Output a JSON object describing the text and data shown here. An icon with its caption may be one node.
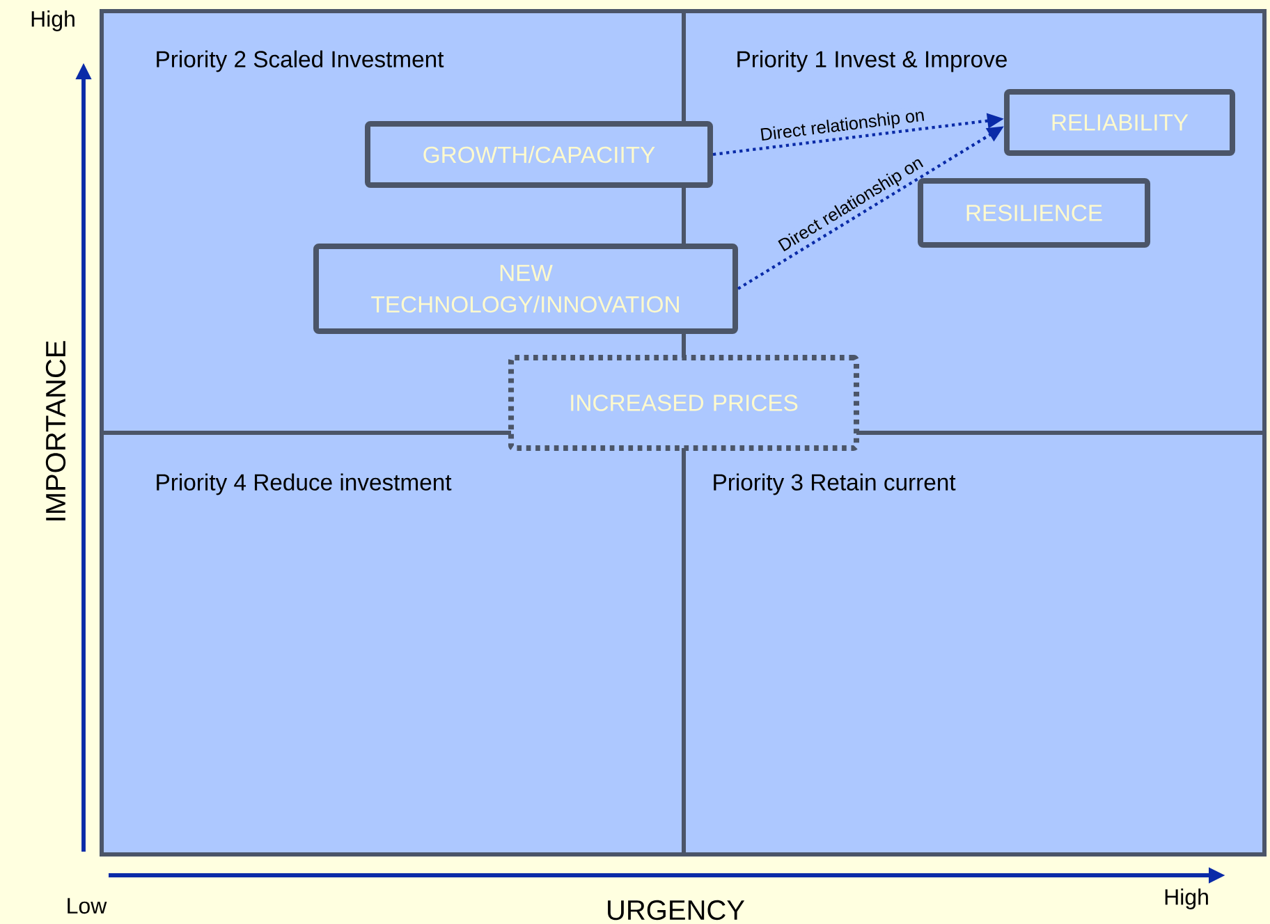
{
  "diagram": {
    "nodes": [
      {
        "text": [
          "Priority 2 Scaled Investment"
        ]
      },
      {
        "text": [
          "Priority 1 Invest & Improve"
        ]
      },
      {
        "text": [
          "GROWTH/CAPACIITY"
        ],
        "in": 0
      },
      {
        "text": [
          "NEW TECHNOLOGY/INNOVATION"
        ],
        "in": 0
      },
      {
        "text": [
          "RELIABILITY"
        ],
        "in": 1
      },
      {
        "text": [
          "RESILIENCE"
        ],
        "in": 1
      },
      {
        "text": [
          "INCREASED PRICES"
        ]
      },
      {
        "text": [
          "Priority 4 Reduce investment"
        ]
      },
      {
        "text": [
          "Priority 3 Retain current"
        ]
      }
    ],
    "edges": [
      {
        "from": 2,
        "to": 4,
        "arrow": "to",
        "label": "Direct relationship on",
        "style": "dashed"
      },
      {
        "from": 3,
        "to": 4,
        "arrow": "to",
        "label": "Direct relationship on",
        "style": "dashed"
      }
    ],
    "labels": [
      "High",
      "IMPORTANCE",
      "Low",
      "URGENCY",
      "High"
    ]
  }
}
